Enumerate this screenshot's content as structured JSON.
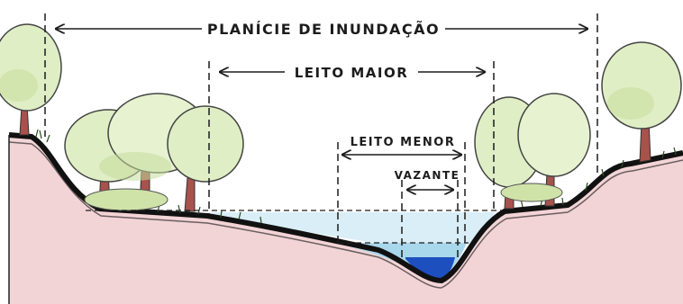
{
  "labels": {
    "floodplain": "PLANÍCIE DE INUNDAÇÃO",
    "major_bed": "LEITO MAIOR",
    "minor_bed": "LEITO MENOR",
    "low_water": "VAZANTE"
  },
  "colors": {
    "soil": "#f3d4d6",
    "soil_line": "#111111",
    "flood_water": "#d9eef7",
    "minor_water": "#a9d7ec",
    "low_water": "#1d4fbf",
    "tree_foliage": "#dfeec4",
    "tree_trunk": "#a7524c"
  }
}
